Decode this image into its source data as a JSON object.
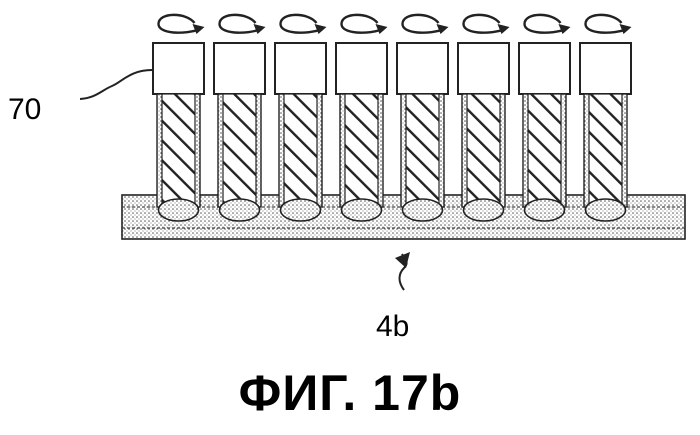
{
  "figure": {
    "caption": "ФИГ. 17b",
    "labels": {
      "element": "70",
      "substrate": "4b"
    },
    "tool_count": 8
  },
  "colors": {
    "ink": "#000000",
    "paper": "#ffffff"
  }
}
